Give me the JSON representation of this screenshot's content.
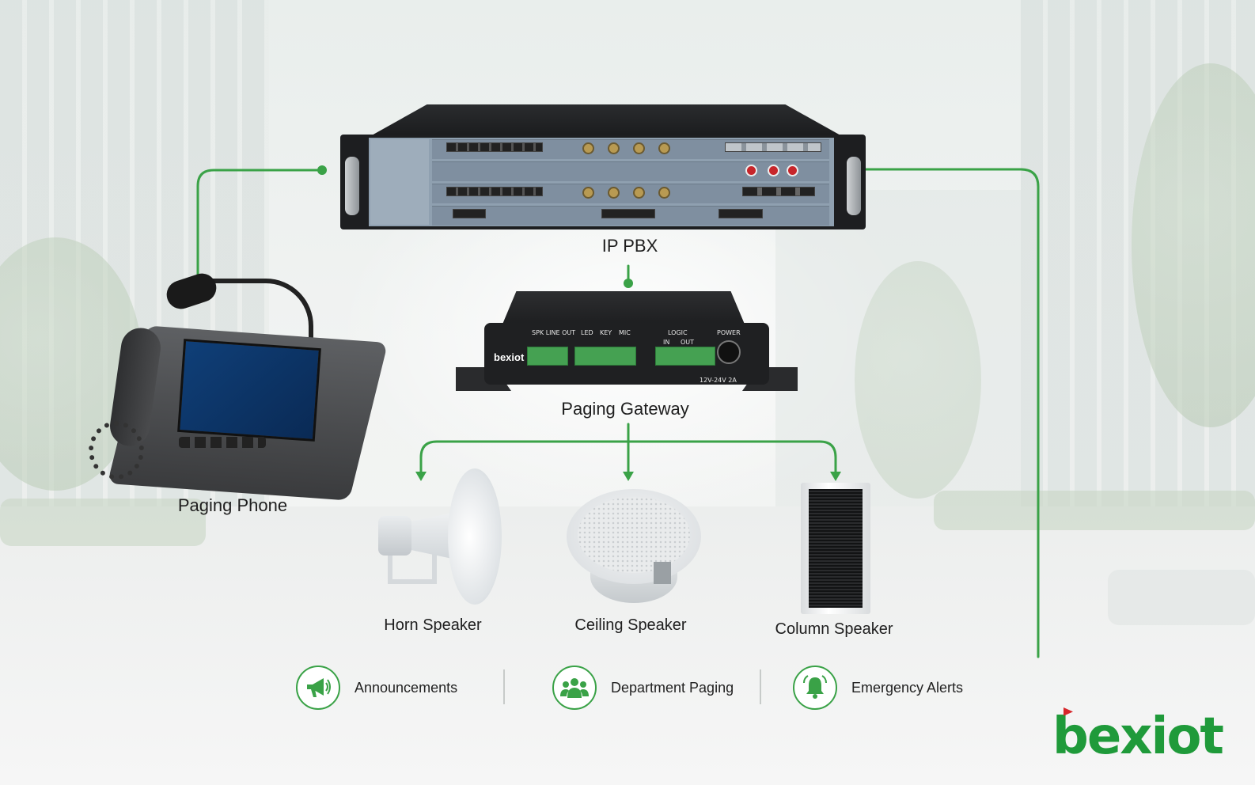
{
  "nodes": {
    "ip_pbx": "IP PBX",
    "paging_gateway": "Paging Gateway",
    "paging_phone": "Paging Phone",
    "horn_speaker": "Horn Speaker",
    "ceiling_speaker": "Ceiling Speaker",
    "column_speaker": "Column Speaker"
  },
  "gateway_panel": {
    "spk_line_out": "SPK LINE OUT",
    "led": "LED",
    "key": "KEY",
    "mic": "MIC",
    "logic": "LOGIC",
    "in": "IN",
    "out": "OUT",
    "power": "POWER",
    "power_rating": "12V-24V 2A",
    "brand": "bexiot"
  },
  "features": [
    {
      "label": "Announcements",
      "icon": "megaphone-icon"
    },
    {
      "label": "Department Paging",
      "icon": "people-group-icon"
    },
    {
      "label": "Emergency Alerts",
      "icon": "bell-alert-icon"
    }
  ],
  "brand": {
    "logo_text": "bexiot"
  },
  "colors": {
    "connector": "#3aa247",
    "brand_green": "#1f9a3a",
    "brand_red": "#d6272b",
    "text": "#1e1e1e"
  }
}
